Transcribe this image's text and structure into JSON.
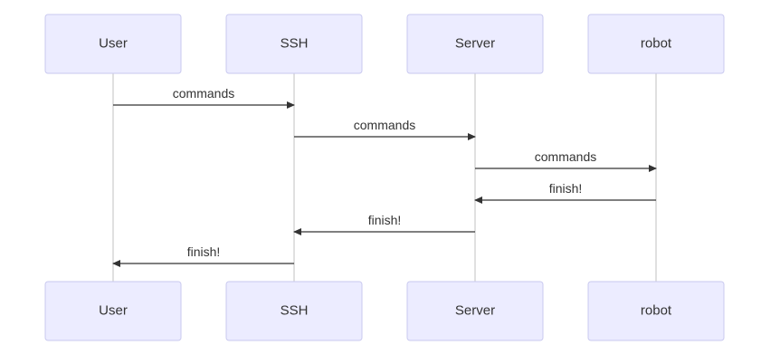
{
  "diagram": {
    "type": "sequence",
    "participants": [
      {
        "id": "user",
        "label": "User"
      },
      {
        "id": "ssh",
        "label": "SSH"
      },
      {
        "id": "server",
        "label": "Server"
      },
      {
        "id": "robot",
        "label": "robot"
      }
    ],
    "messages": [
      {
        "from": "user",
        "to": "ssh",
        "label": "commands"
      },
      {
        "from": "ssh",
        "to": "server",
        "label": "commands"
      },
      {
        "from": "server",
        "to": "robot",
        "label": "commands"
      },
      {
        "from": "robot",
        "to": "server",
        "label": "finish!"
      },
      {
        "from": "server",
        "to": "ssh",
        "label": "finish!"
      },
      {
        "from": "ssh",
        "to": "user",
        "label": "finish!"
      }
    ]
  }
}
